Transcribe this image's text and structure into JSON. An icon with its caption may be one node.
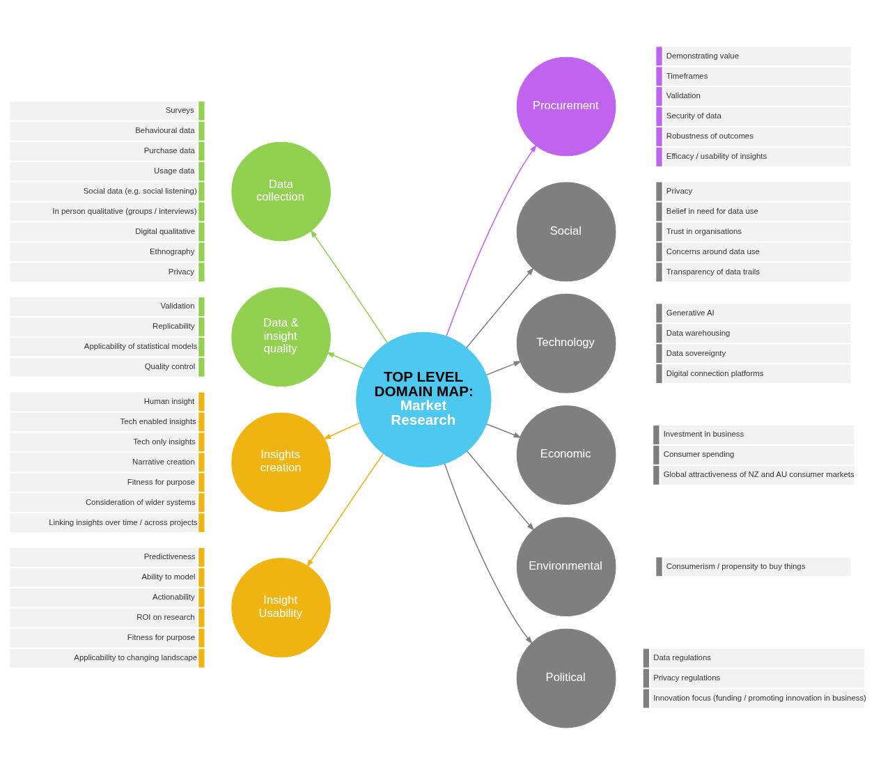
{
  "diagram": {
    "nodes": [
      {
        "text": [
          "TOP LEVEL DOMAIN MAP:",
          "Market Research"
        ]
      },
      {
        "text": [
          "Data collection"
        ]
      },
      {
        "text": [
          "Data & insight quality"
        ]
      },
      {
        "text": [
          "Insights creation"
        ]
      },
      {
        "text": [
          "Insight Usability"
        ]
      },
      {
        "text": [
          "Procurement"
        ]
      },
      {
        "text": [
          "Social"
        ]
      },
      {
        "text": [
          "Technology"
        ]
      },
      {
        "text": [
          "Economic"
        ]
      },
      {
        "text": [
          "Environmental"
        ]
      },
      {
        "text": [
          "Political"
        ]
      },
      {
        "text": [
          "Surveys",
          "Behavioural data",
          "Purchase data",
          "Usage data",
          "Social data (e.g. social listening)",
          "In person qualitative (groups / interviews)",
          "Digital qualitative",
          "Ethnography",
          "Privacy"
        ]
      },
      {
        "text": [
          "Validation",
          "Replicability",
          "Applicability of statistical models",
          "Quality control"
        ]
      },
      {
        "text": [
          "Human insight",
          "Tech enabled insights",
          "Tech only insights",
          "Narrative creation",
          "Fitness for purpose",
          "Consideration of wider systems",
          "Linking insights over time / across projects"
        ]
      },
      {
        "text": [
          "Predictiveness",
          "Ability to model",
          "Actionability",
          "ROI on research",
          "Fitness for purpose",
          "Applicability to changing landscape"
        ]
      },
      {
        "text": [
          "Demonstrating value",
          "Timeframes",
          "Validation",
          "Security of data",
          "Robustness of outcomes",
          "Efficacy / usability of insights"
        ]
      },
      {
        "text": [
          "Privacy",
          "Belief in need for data use",
          "Trust in organisations",
          "Concerns around data use",
          "Transparency of data trails"
        ]
      },
      {
        "text": [
          "Generative AI",
          "Data warehousing",
          "Data sovereignty",
          "Digital connection platforms"
        ]
      },
      {
        "text": [
          "Investment in business",
          "Consumer spending",
          "Global attractiveness of NZ and AU consumer markets"
        ]
      },
      {
        "text": [
          "Consumerism / propensity to buy things"
        ]
      },
      {
        "text": [
          "Data regulations",
          "Privacy regulations",
          "Innovation focus (funding / promoting innovation in business)"
        ]
      }
    ],
    "edges": [
      {
        "from": 0,
        "to": 1,
        "arrow": "to",
        "color": "#92d050"
      },
      {
        "from": 0,
        "to": 2,
        "arrow": "to",
        "color": "#92d050"
      },
      {
        "from": 0,
        "to": 3,
        "arrow": "to",
        "color": "#f0b410"
      },
      {
        "from": 0,
        "to": 4,
        "arrow": "to",
        "color": "#f0b410"
      },
      {
        "from": 0,
        "to": 5,
        "arrow": "to",
        "color": "#c064f0"
      },
      {
        "from": 0,
        "to": 6,
        "arrow": "to"
      },
      {
        "from": 0,
        "to": 7,
        "arrow": "to"
      },
      {
        "from": 0,
        "to": 8,
        "arrow": "to"
      },
      {
        "from": 0,
        "to": 9,
        "arrow": "to"
      },
      {
        "from": 0,
        "to": 10,
        "arrow": "to"
      }
    ]
  }
}
